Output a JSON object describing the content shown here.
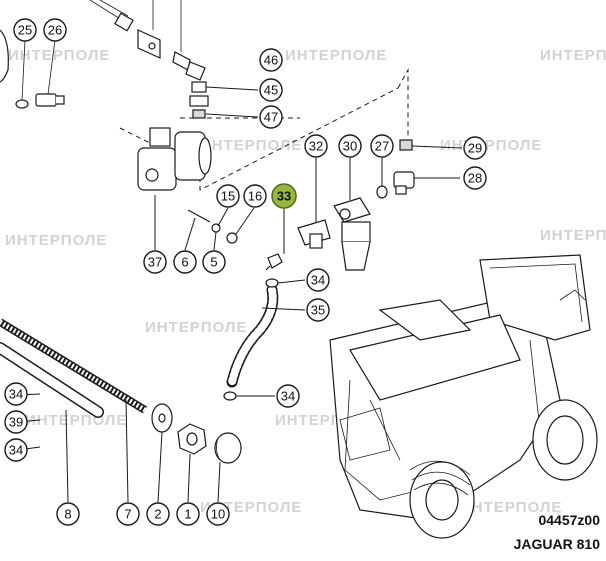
{
  "diagram": {
    "watermark": "ИНТЕРПОЛЕ",
    "drawing_code": "04457z00",
    "model_name": "JAGUAR 810",
    "highlighted_callout": "33",
    "callouts": [
      "25",
      "26",
      "46",
      "45",
      "47",
      "32",
      "30",
      "27",
      "29",
      "28",
      "15",
      "16",
      "33",
      "37",
      "6",
      "5",
      "34",
      "35",
      "34",
      "34",
      "39",
      "34",
      "8",
      "7",
      "2",
      "1",
      "10"
    ],
    "colors": {
      "highlight": "#9ab83a",
      "line": "#1a1a1a",
      "watermark": "#c8c8c8"
    }
  }
}
